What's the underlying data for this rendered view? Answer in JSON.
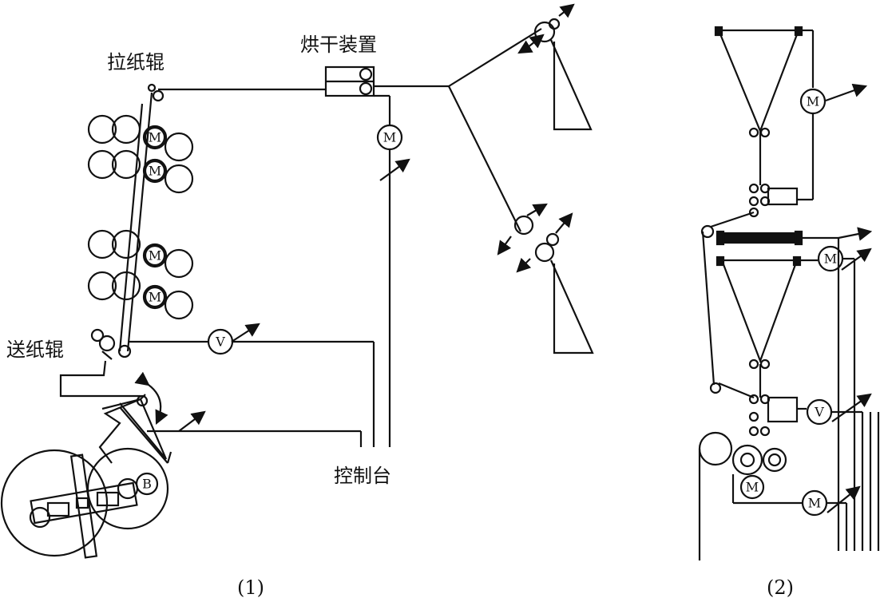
{
  "labels": {
    "pull_roller": "拉纸辊",
    "dryer": "烘干装置",
    "feed_roller": "送纸辊",
    "console": "控制台"
  },
  "motor_symbol": "M",
  "voltage_symbol": "V",
  "brake_symbol": "B",
  "captions": {
    "left": "(1)",
    "right": "(2)"
  }
}
